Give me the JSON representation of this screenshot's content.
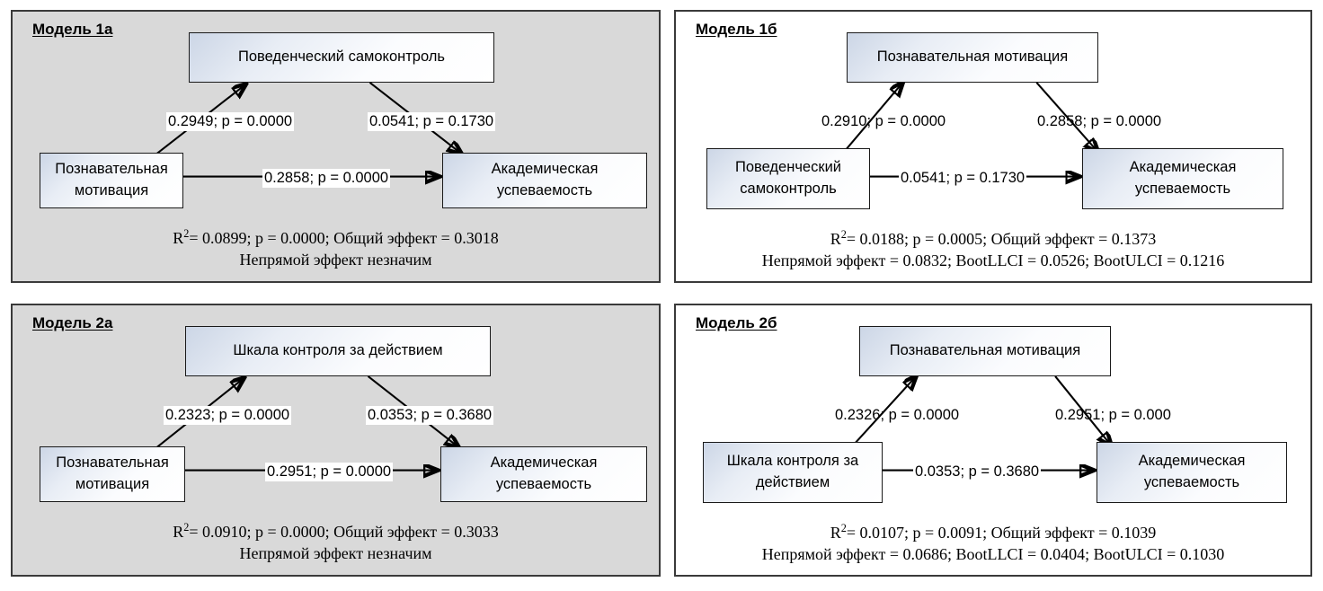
{
  "figure": {
    "panels": [
      {
        "id": "model-1a",
        "title": "Модель 1а",
        "shaded": true,
        "mediator": "Поведенческий самоконтроль",
        "predictor": "Познавательная мотивация",
        "outcome": "Академическая успеваемость",
        "path_a": "0.2949; p = 0.0000",
        "path_b": "0.0541; p = 0.1730",
        "path_c": "0.2858; p = 0.0000",
        "footer_line1_prefix": "R",
        "footer_line1_sup": "2",
        "footer_line1": "= 0.0899; p = 0.0000; Общий эффект = 0.3018",
        "footer_line2": "Непрямой эффект незначим"
      },
      {
        "id": "model-1b",
        "title": "Модель 1б",
        "shaded": false,
        "mediator": "Познавательная мотивация",
        "predictor": "Поведенческий самоконтроль",
        "outcome": "Академическая успеваемость",
        "path_a": "0.2910; p = 0.0000",
        "path_b": "0.2858; p = 0.0000",
        "path_c": "0.0541; p = 0.1730",
        "footer_line1_prefix": "R",
        "footer_line1_sup": "2",
        "footer_line1": "= 0.0188; p = 0.0005; Общий эффект = 0.1373",
        "footer_line2": "Непрямой эффект = 0.0832; BootLLCI = 0.0526; BootULCI = 0.1216"
      },
      {
        "id": "model-2a",
        "title": "Модель 2а",
        "shaded": true,
        "mediator": "Шкала контроля за действием",
        "predictor": "Познавательная мотивация",
        "outcome": "Академическая успеваемость",
        "path_a": "0.2323; p = 0.0000",
        "path_b": "0.0353; p = 0.3680",
        "path_c": "0.2951; p = 0.0000",
        "footer_line1_prefix": "R",
        "footer_line1_sup": "2",
        "footer_line1": "= 0.0910; p = 0.0000; Общий эффект = 0.3033",
        "footer_line2": "Непрямой эффект незначим"
      },
      {
        "id": "model-2b",
        "title": "Модель 2б",
        "shaded": false,
        "mediator": "Познавательная мотивация",
        "predictor": "Шкала контроля за действием",
        "outcome": "Академическая успеваемость",
        "path_a": "0.2326; p = 0.0000",
        "path_b": "0.2951; p = 0.000",
        "path_c": "0.0353; p = 0.3680",
        "footer_line1_prefix": "R",
        "footer_line1_sup": "2",
        "footer_line1": "= 0.0107; p = 0.0091; Общий эффект = 0.1039",
        "footer_line2": "Непрямой эффект = 0.0686; BootLLCI = 0.0404; BootULCI = 0.1030"
      }
    ],
    "colors": {
      "panel_shaded_bg": "#d9d9d9",
      "panel_border": "#3a3a3a",
      "node_border": "#1a1a1a",
      "node_fill_light": "#ffffff",
      "node_fill_tint": "#ccd6e6",
      "arrow": "#000000",
      "label_bg": "#ffffff"
    }
  }
}
